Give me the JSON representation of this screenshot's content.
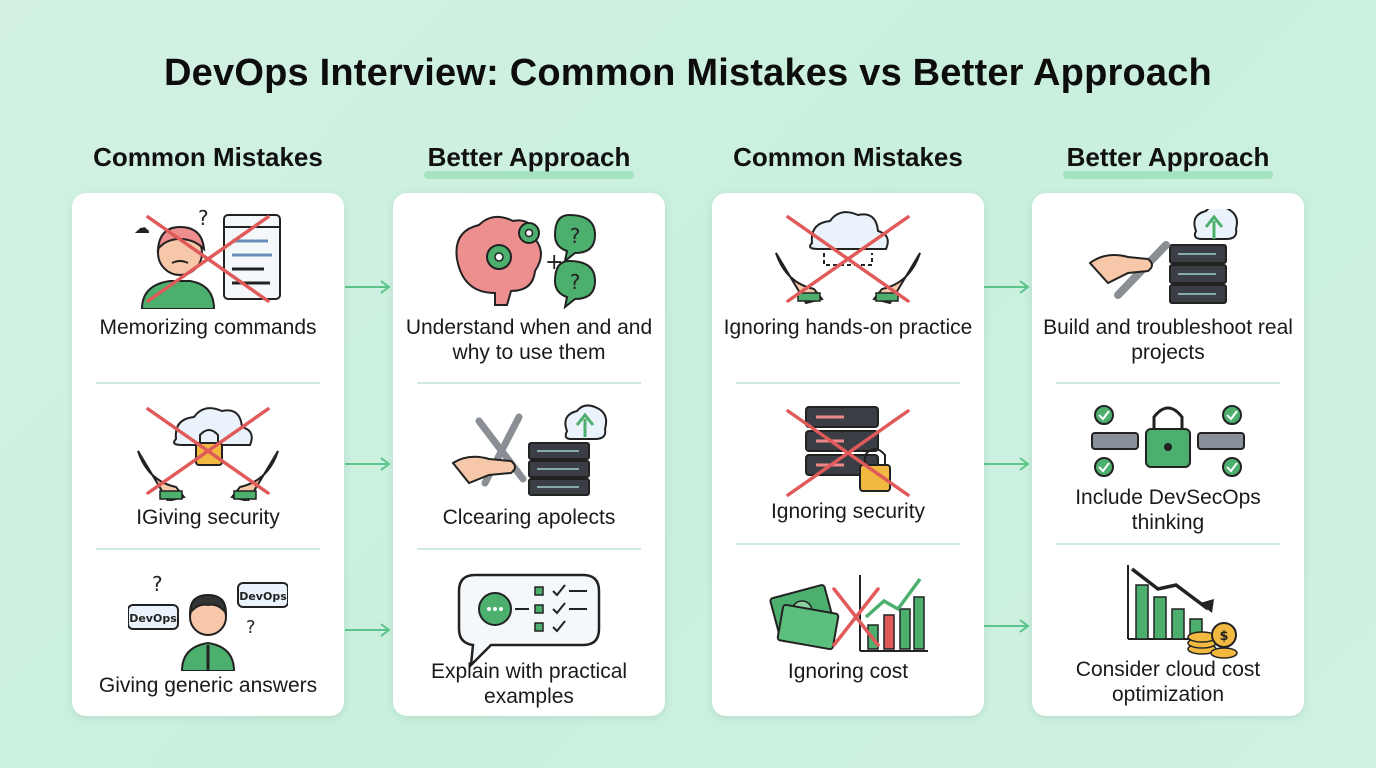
{
  "title": "DevOps Interview: Common Mistakes vs Better Approach",
  "columns": [
    {
      "heading": "Common Mistakes",
      "items": [
        {
          "label": "Memorizing commands",
          "icon": "confused-person-crossed-terminal-icon"
        },
        {
          "label": "IGiving security",
          "icon": "crossed-hands-cloud-lock-icon"
        },
        {
          "label": "Giving generic answers",
          "icon": "person-devops-speech-bubbles-icon"
        }
      ]
    },
    {
      "heading": "Better Approach",
      "items": [
        {
          "label": "Understand when and and why to use them",
          "icon": "brain-gears-question-icon"
        },
        {
          "label": "Clcearing apolects",
          "icon": "wrench-hand-server-cloud-icon"
        },
        {
          "label": "Explain with practical examples",
          "icon": "chat-checklist-icon"
        }
      ]
    },
    {
      "heading": "Common Mistakes",
      "items": [
        {
          "label": "Ignoring hands-on practice",
          "icon": "crossed-hands-cloud-icon"
        },
        {
          "label": "Ignoring security",
          "icon": "crossed-server-lock-icon"
        },
        {
          "label": "Ignoring cost",
          "icon": "crossed-money-chart-icon"
        }
      ]
    },
    {
      "heading": "Better Approach",
      "items": [
        {
          "label": "Build and troubleshoot real projects",
          "icon": "hand-wrench-server-cloud-icon"
        },
        {
          "label": "Include DevSecOps thinking",
          "icon": "pipeline-lock-checks-icon"
        },
        {
          "label": "Consider cloud cost optimization",
          "icon": "declining-chart-coins-icon"
        }
      ]
    }
  ],
  "colors": {
    "background": "#cdf0e0",
    "accent_green": "#3aa566",
    "cross_red": "#e05555",
    "arrow_green": "#5cc48a",
    "highlight": "#9ee0bb"
  }
}
